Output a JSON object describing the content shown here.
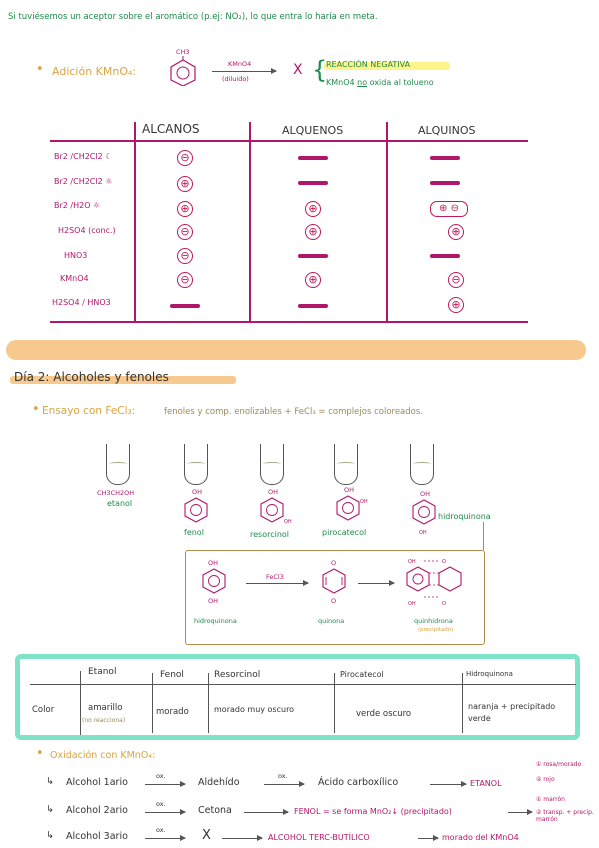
{
  "header_line": "Si tuviésemos un aceptor sobre el aromático (p.ej: NO₂), lo que entra lo haría en meta.",
  "adicion": {
    "bullet_label": "Adición KMnO₄:",
    "ch3_label": "CH3",
    "reagent": "KMnO4",
    "condition": "(diluido)",
    "cross": "X",
    "result_line1": "REACCIÓN NEGATIVA",
    "result_line2_a": "KMnO4",
    "result_line2_no": "no",
    "result_line2_b": "oxida al tolueno"
  },
  "table1": {
    "headers": [
      "ALCANOS",
      "ALQUENOS",
      "ALQUINOS"
    ],
    "rows": [
      {
        "label": "Br2 /CH2Cl2 ☾",
        "cells": [
          "⊖",
          "—",
          "—"
        ]
      },
      {
        "label": "Br2 /CH2Cl2 ☼",
        "cells": [
          "⊕",
          "—",
          "—"
        ]
      },
      {
        "label": "Br2 /H2O ☼",
        "cells": [
          "⊕",
          "⊕",
          "⊕ ⊖"
        ]
      },
      {
        "label": "H2SO4 (conc.)",
        "cells": [
          "⊖",
          "⊕",
          "⊕"
        ]
      },
      {
        "label": "HNO3",
        "cells": [
          "⊖",
          "—",
          "—"
        ]
      },
      {
        "label": "KMnO4",
        "cells": [
          "⊖",
          "⊕",
          "⊖"
        ]
      },
      {
        "label": "H2SO4 / HNO3",
        "cells": [
          "—",
          "—",
          "⊕"
        ]
      }
    ]
  },
  "section2_title": "Día 2: Alcoholes y fenoles",
  "ensayo": {
    "bullet_label": "Ensayo con FeCl₃:",
    "rest": "fenoles y comp. enolizables + FeCl₃ = complejos coloreados.",
    "compounds": [
      {
        "formula": "CH3CH2OH",
        "name": "etanol"
      },
      {
        "formula": "OH",
        "name": "fenol"
      },
      {
        "formula": "OH",
        "name": "resorcinol"
      },
      {
        "formula": "OH",
        "name": "pirocatecol"
      },
      {
        "formula": "OH",
        "name": "hidroquinona"
      }
    ],
    "box": {
      "left_name": "hidroquinona",
      "reagent": "FeCl3",
      "mid_name": "quinona",
      "right_name": "quinhidrona",
      "right_note": "(precipitado)",
      "oh": "OH",
      "o": "O"
    }
  },
  "table2": {
    "headers": [
      "Etanol",
      "Fenol",
      "Resorcinol",
      "Pirocatecol",
      "Hidroquinona"
    ],
    "row_label": "Color",
    "cells": [
      "amarillo",
      "morado",
      "morado muy oscuro",
      "verde oscuro",
      "naranja + precipitado verde"
    ],
    "note": "(no reacciona)"
  },
  "oxidacion": {
    "bullet_label": "Oxidación con KMnO₄:",
    "ox": "ox.",
    "lines": [
      {
        "start": "Alcohol 1ario",
        "mid": "Aldehído",
        "end": "Ácido carboxílico",
        "final": "ETANOL"
      },
      {
        "start": "Alcohol 2ario",
        "mid": "Cetona",
        "end": "FENOL = se forma MnO₂↓ (precipitado)"
      },
      {
        "start": "Alcohol 3ario",
        "mid": "X",
        "end": "ALCOHOL TERC-BUTÍLICO",
        "final": "morado del KMnO4"
      }
    ],
    "side_notes": [
      "① rosa/morado",
      "② rojo",
      "① marrón",
      "② transp. + precip. marrón"
    ]
  }
}
